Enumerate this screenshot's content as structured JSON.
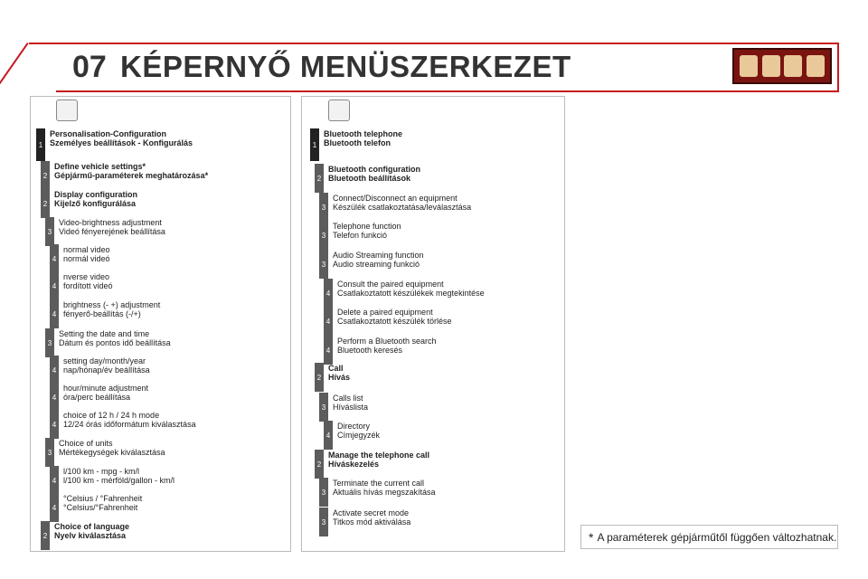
{
  "header": {
    "chapter": "07",
    "title": "KÉPERNYŐ MENÜSZERKEZET",
    "icon_names": [
      "personalisation-icon",
      "display-icon",
      "settings-icon",
      "phone-icon"
    ]
  },
  "left_panel": {
    "icon_name": "personalisation-config-icon",
    "items": [
      {
        "level": "1",
        "line1": "Personalisation-Configuration",
        "line2": "Személyes beállítások - Konfigurálás",
        "bold": true
      },
      {
        "level": "2",
        "line1": "Define vehicle settings*",
        "line2": "Gépjármű-paraméterek meghatározása*",
        "bold": true
      },
      {
        "level": "2",
        "line1": "Display configuration",
        "line2": "Kijelző konfigurálása",
        "bold": true
      },
      {
        "level": "3",
        "line1": "Video-brightness adjustment",
        "line2": "Videó fényerejének beállítása",
        "bold": false
      },
      {
        "level": "4",
        "line1": "normal video",
        "line2": "normál videó",
        "bold": false
      },
      {
        "level": "4",
        "line1": "nverse video",
        "line2": "fordított videó",
        "bold": false
      },
      {
        "level": "4",
        "line1": "brightness (- +) adjustment",
        "line2": "fényerő-beállítás (-/+)",
        "bold": false
      },
      {
        "level": "3",
        "line1": "Setting the date and time",
        "line2": "Dátum és pontos idő beállítása",
        "bold": false
      },
      {
        "level": "4",
        "line1": "setting day/month/year",
        "line2": "nap/hónap/év beállítása",
        "bold": false
      },
      {
        "level": "4",
        "line1": "hour/minute adjustment",
        "line2": "óra/perc beállítása",
        "bold": false
      },
      {
        "level": "4",
        "line1": "choice of 12 h / 24 h mode",
        "line2": "12/24 órás időformátum kiválasztása",
        "bold": false
      },
      {
        "level": "3",
        "line1": "Choice of units",
        "line2": "Mértékegységek kiválasztása",
        "bold": false
      },
      {
        "level": "4",
        "line1": "l/100 km - mpg - km/l",
        "line2": "l/100 km - mérföld/gallon - km/l",
        "bold": false
      },
      {
        "level": "4",
        "line1": "°Celsius / °Fahrenheit",
        "line2": "°Celsius/°Fahrenheit",
        "bold": false
      },
      {
        "level": "2",
        "line1": "Choice of language",
        "line2": "Nyelv kiválasztása",
        "bold": true
      }
    ]
  },
  "right_panel": {
    "icon_name": "bluetooth-phone-icon",
    "items": [
      {
        "level": "1",
        "line1": "Bluetooth telephone",
        "line2": "Bluetooth telefon",
        "bold": true
      },
      {
        "level": "2",
        "line1": "Bluetooth configuration",
        "line2": "Bluetooth beállítások",
        "bold": true
      },
      {
        "level": "3",
        "line1": "Connect/Disconnect an equipment",
        "line2": "Készülék csatlakoztatása/leválasztása",
        "bold": false
      },
      {
        "level": "3",
        "line1": "Telephone function",
        "line2": "Telefon funkció",
        "bold": false
      },
      {
        "level": "3",
        "line1": "Audio Streaming function",
        "line2": "Audio streaming funkció",
        "bold": false
      },
      {
        "level": "4",
        "line1": "Consult the paired equipment",
        "line2": "Csatlakoztatott készülékek megtekintése",
        "bold": false
      },
      {
        "level": "4",
        "line1": "Delete a paired equipment",
        "line2": "Csatlakoztatott készülék törlése",
        "bold": false
      },
      {
        "level": "4",
        "line1": "Perform a Bluetooth search",
        "line2": "Bluetooth keresés",
        "bold": false
      },
      {
        "level": "2",
        "line1": "Call",
        "line2": "Hívás",
        "bold": true
      },
      {
        "level": "3",
        "line1": "Calls list",
        "line2": "Híváslista",
        "bold": false
      },
      {
        "level": "4",
        "line1": "Directory",
        "line2": "Címjegyzék",
        "bold": false
      },
      {
        "level": "2",
        "line1": "Manage the telephone call",
        "line2": "Híváskezelés",
        "bold": true
      },
      {
        "level": "3",
        "line1": "Terminate the current call",
        "line2": "Aktuális hívás megszakítása",
        "bold": false
      },
      {
        "level": "3",
        "line1": "Activate secret mode",
        "line2": "Titkos mód aktiválása",
        "bold": false
      }
    ]
  },
  "footnote": {
    "star": "*",
    "text": "A paraméterek gépjárműtől függően változhatnak."
  }
}
